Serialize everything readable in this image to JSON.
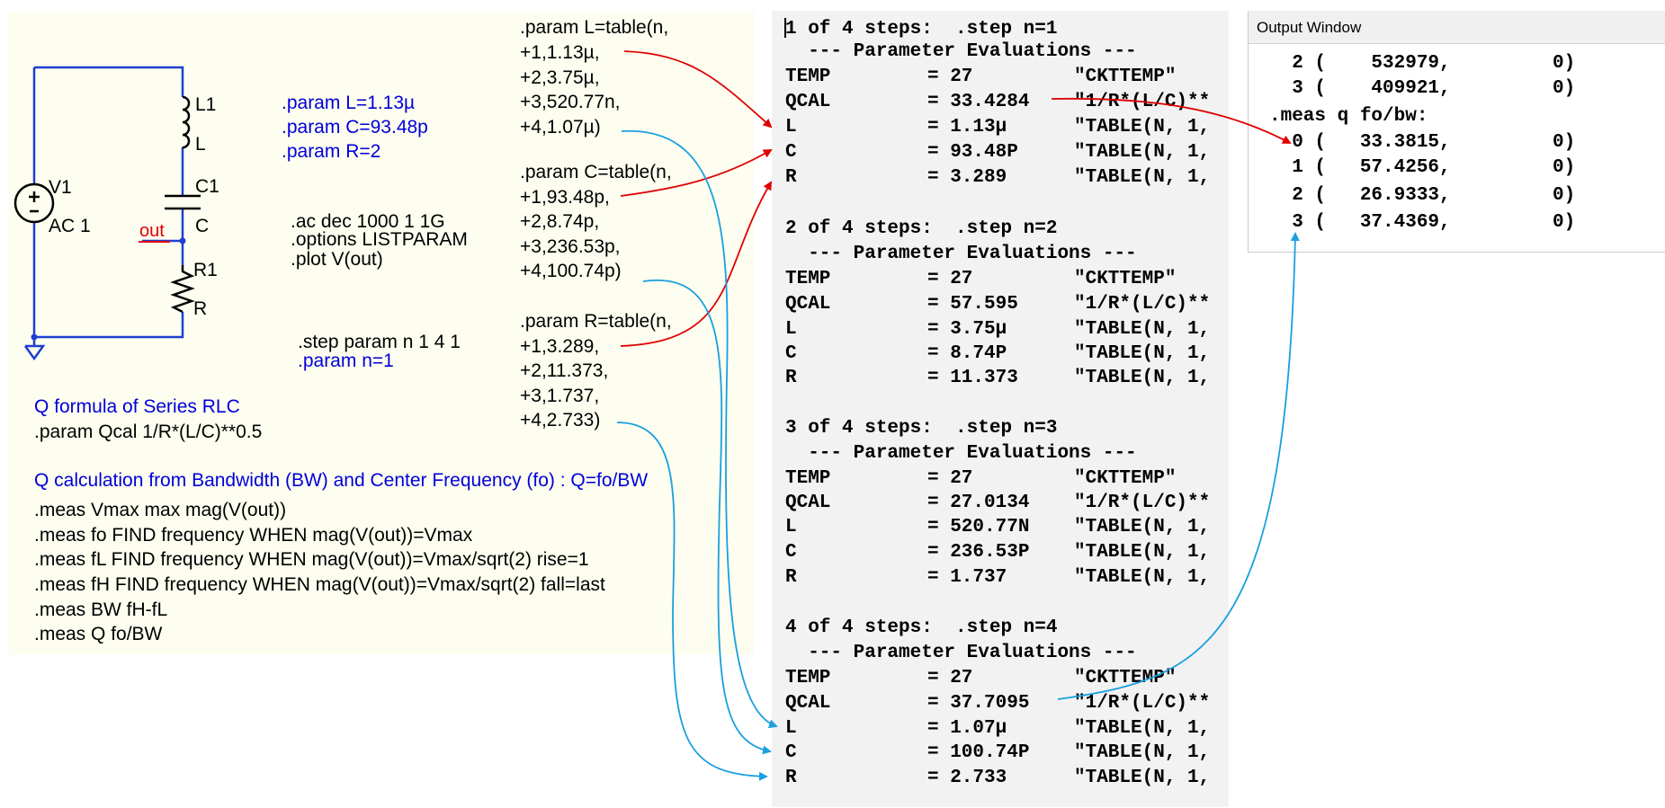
{
  "schematic": {
    "components": {
      "l1": "L1",
      "l": "L",
      "c1": "C1",
      "c": "C",
      "r1": "R1",
      "r": "R",
      "v1": "V1",
      "ac": "AC 1",
      "out": "out"
    },
    "params_inline": [
      ".param L=1.13µ",
      ".param C=93.48p",
      ".param R=2"
    ],
    "sim_directives": [
      ".ac dec 1000 1 1G",
      ".options LISTPARAM",
      ".plot V(out)"
    ],
    "step_directive": ".step param n 1 4 1",
    "param_n": ".param n=1",
    "table_l": [
      ".param L=table(n,",
      "+1,1.13µ,",
      "+2,3.75µ,",
      "+3,520.77n,",
      "+4,1.07µ)"
    ],
    "table_c": [
      ".param C=table(n,",
      "+1,93.48p,",
      "+2,8.74p,",
      "+3,236.53p,",
      "+4,100.74p)"
    ],
    "table_r": [
      ".param R=table(n,",
      "+1,3.289,",
      "+2,11.373,",
      "+3,1.737,",
      "+4,2.733)"
    ],
    "q_formula_title": "Q formula of Series RLC",
    "q_formula": ".param Qcal 1/R*(L/C)**0.5",
    "q_calc_title": "Q calculation from Bandwidth (BW) and Center Frequency (fo) : Q=fo/BW",
    "meas_lines": [
      ".meas Vmax max mag(V(out))",
      ".meas fo FIND frequency WHEN mag(V(out))=Vmax",
      ".meas fL FIND frequency WHEN mag(V(out))=Vmax/sqrt(2) rise=1",
      ".meas fH FIND frequency WHEN mag(V(out))=Vmax/sqrt(2) fall=last",
      ".meas BW fH-fL",
      ".meas Q fo/BW"
    ]
  },
  "log": {
    "steps": [
      {
        "header": "1 of 4 steps:  .step n=1",
        "sub": "  --- Parameter Evaluations ---",
        "rows": [
          [
            "TEMP",
            "= 27",
            "\"CKTTEMP\""
          ],
          [
            "QCAL",
            "= 33.4284",
            "\"1/R*(L/C)**"
          ],
          [
            "L",
            "= 1.13µ",
            "\"TABLE(N, 1,"
          ],
          [
            "C",
            "= 93.48P",
            "\"TABLE(N, 1,"
          ],
          [
            "R",
            "= 3.289",
            "\"TABLE(N, 1,"
          ]
        ]
      },
      {
        "header": "2 of 4 steps:  .step n=2",
        "sub": "  --- Parameter Evaluations ---",
        "rows": [
          [
            "TEMP",
            "= 27",
            "\"CKTTEMP\""
          ],
          [
            "QCAL",
            "= 57.595",
            "\"1/R*(L/C)**"
          ],
          [
            "L",
            "= 3.75µ",
            "\"TABLE(N, 1,"
          ],
          [
            "C",
            "= 8.74P",
            "\"TABLE(N, 1,"
          ],
          [
            "R",
            "= 11.373",
            "\"TABLE(N, 1,"
          ]
        ]
      },
      {
        "header": "3 of 4 steps:  .step n=3",
        "sub": "  --- Parameter Evaluations ---",
        "rows": [
          [
            "TEMP",
            "= 27",
            "\"CKTTEMP\""
          ],
          [
            "QCAL",
            "= 27.0134",
            "\"1/R*(L/C)**"
          ],
          [
            "L",
            "= 520.77N",
            "\"TABLE(N, 1,"
          ],
          [
            "C",
            "= 236.53P",
            "\"TABLE(N, 1,"
          ],
          [
            "R",
            "= 1.737",
            "\"TABLE(N, 1,"
          ]
        ]
      },
      {
        "header": "4 of 4 steps:  .step n=4",
        "sub": "  --- Parameter Evaluations ---",
        "rows": [
          [
            "TEMP",
            "= 27",
            "\"CKTTEMP\""
          ],
          [
            "QCAL",
            "= 37.7095",
            "\"1/R*(L/C)**"
          ],
          [
            "L",
            "= 1.07µ",
            "\"TABLE(N, 1,"
          ],
          [
            "C",
            "= 100.74P",
            "\"TABLE(N, 1,"
          ],
          [
            "R",
            "= 2.733",
            "\"TABLE(N, 1,"
          ]
        ]
      }
    ]
  },
  "output_window": {
    "title": "Output Window",
    "lines": [
      "  2 (    532979,         0)",
      "  3 (    409921,         0)",
      ".meas q fo/bw:",
      "  0 (   33.3815,         0)",
      "  1 (   57.4256,         0)",
      "  2 (   26.9333,         0)",
      "  3 (   37.4369,         0)"
    ]
  },
  "colors": {
    "directive_blue": "#0000d8",
    "wire_blue": "#1f3fd1",
    "arrow_red": "#e00000",
    "arrow_cyan": "#1a9fe0",
    "schematic_bg": "#fdfdf0",
    "log_bg": "#f2f2f2"
  }
}
